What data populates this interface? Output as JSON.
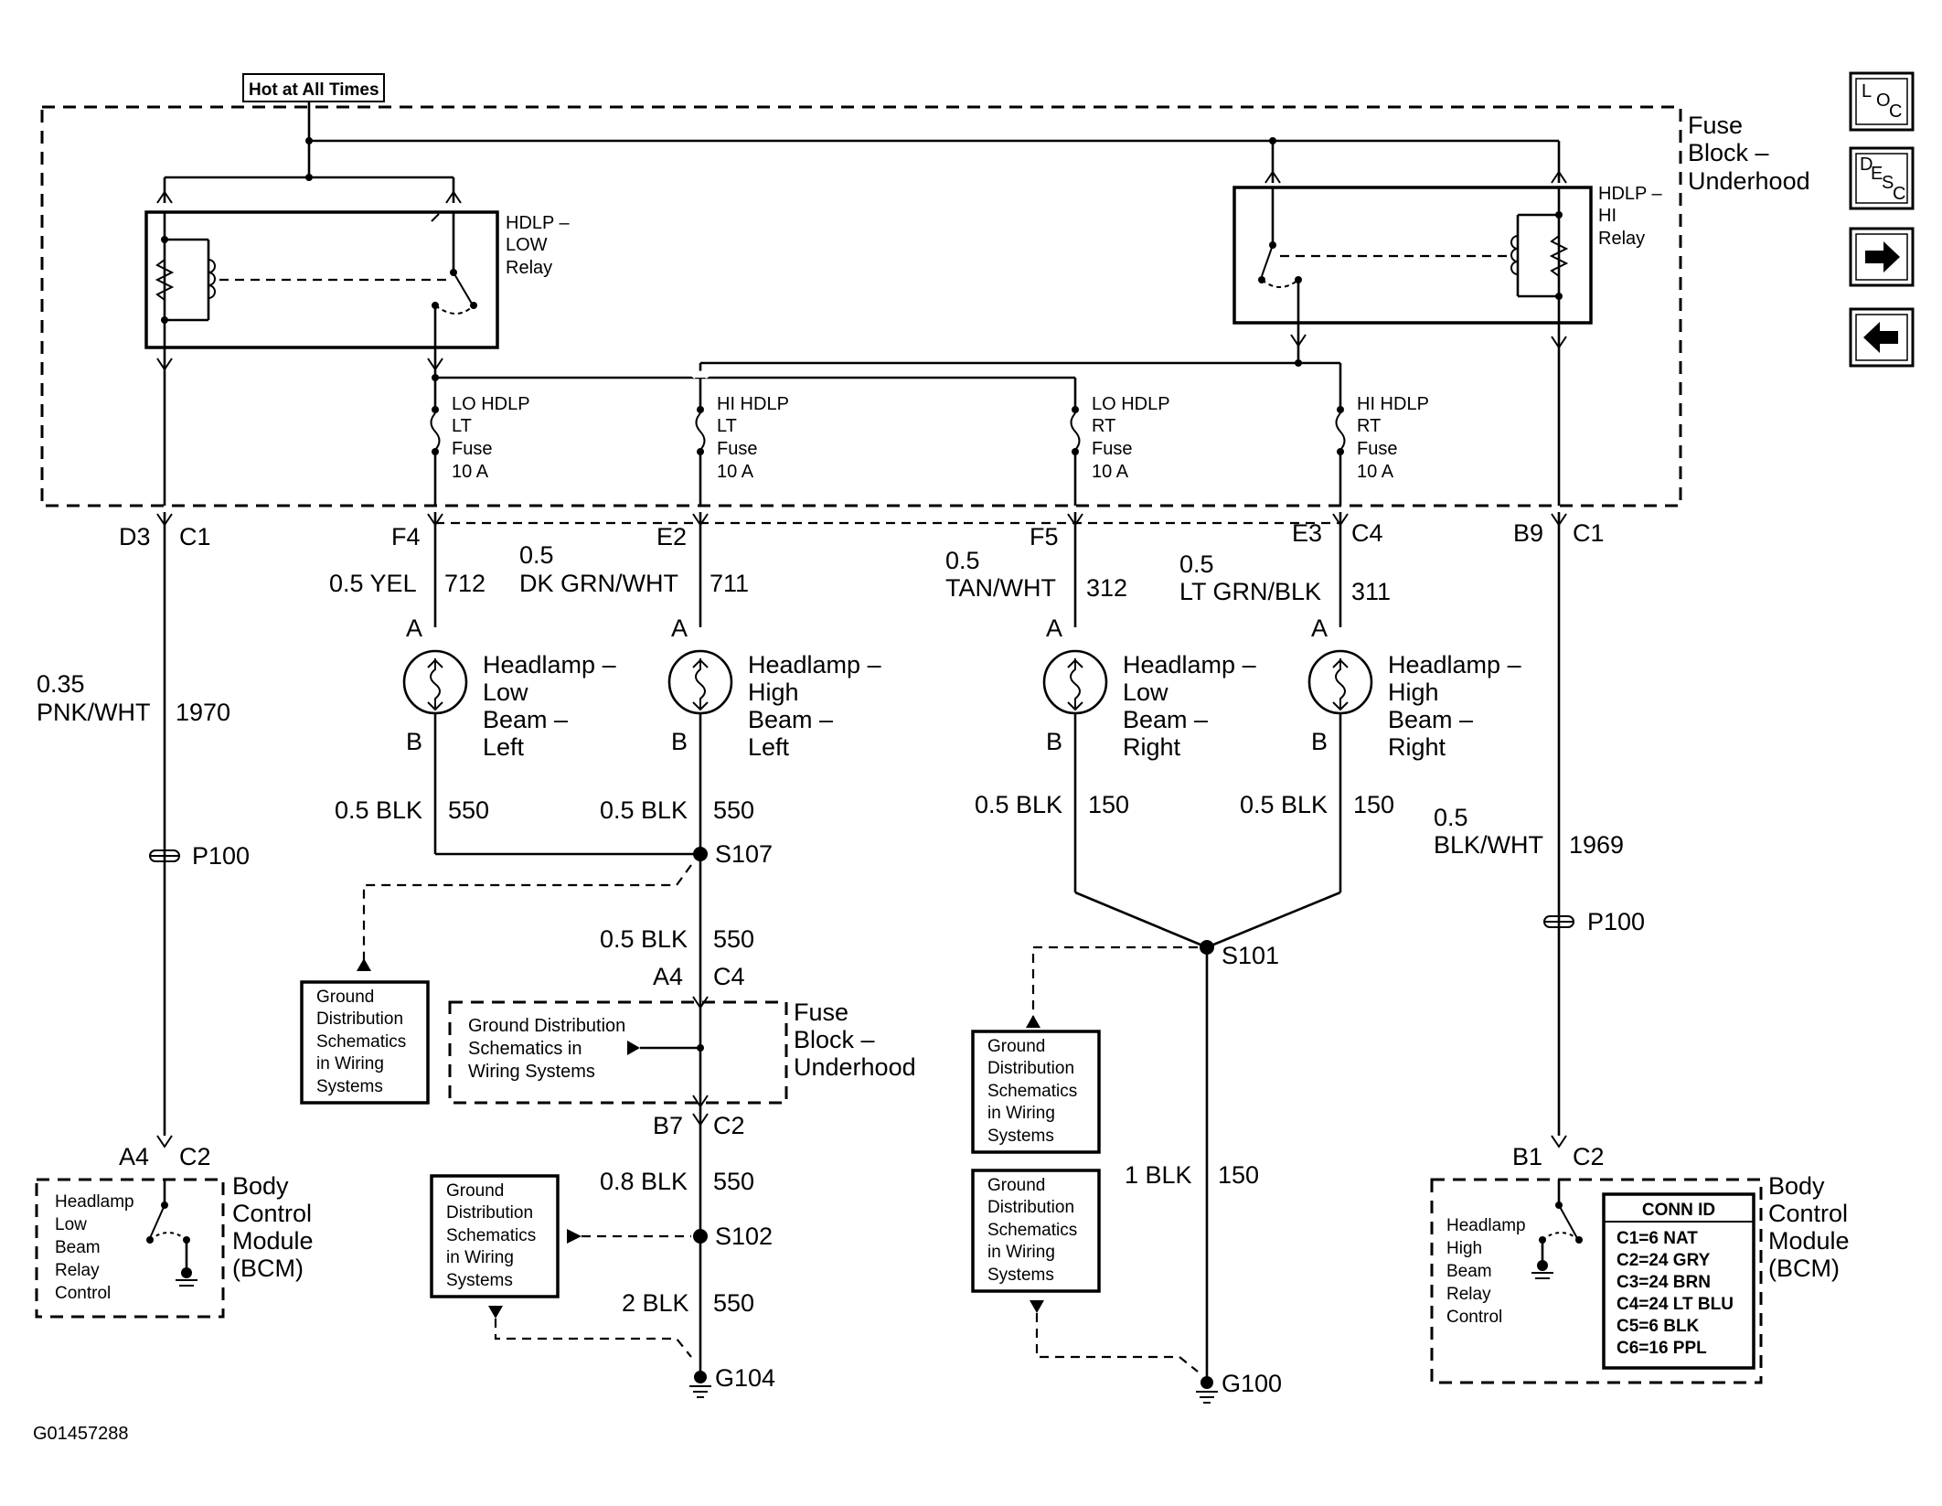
{
  "hot_label": "Hot at All Times",
  "fuse_block_top": [
    "Fuse",
    "Block –",
    "Underhood"
  ],
  "fuse_block_mid": [
    "Fuse",
    "Block –",
    "Underhood"
  ],
  "relay_low": [
    "HDLP –",
    "LOW",
    "Relay"
  ],
  "relay_hi": [
    "HDLP –",
    "HI",
    "Relay"
  ],
  "fuses": [
    [
      "LO HDLP",
      "LT",
      "Fuse",
      "10 A"
    ],
    [
      "HI HDLP",
      "LT",
      "Fuse",
      "10 A"
    ],
    [
      "LO HDLP",
      "RT",
      "Fuse",
      "10 A"
    ],
    [
      "HI HDLP",
      "RT",
      "Fuse",
      "10 A"
    ]
  ],
  "pins_top": {
    "p1": "D3",
    "c1": "C1",
    "p2": "F4",
    "p3": "E2",
    "p4": "F5",
    "p5": "E3",
    "c5": "C4",
    "p6": "B9",
    "c6": "C1"
  },
  "wires": {
    "w1_gauge": "0.35",
    "w1_color": "PNK/WHT",
    "w1_circuit": "1970",
    "w2": "0.5 YEL",
    "w2_circuit": "712",
    "w3_gauge": "0.5",
    "w3_color": "DK GRN/WHT",
    "w3_circuit": "711",
    "w4_gauge": "0.5",
    "w4_color": "TAN/WHT",
    "w4_circuit": "312",
    "w5_gauge": "0.5",
    "w5_color": "LT GRN/BLK",
    "w5_circuit": "311",
    "w6_gauge": "0.5",
    "w6_color": "BLK/WHT",
    "w6_circuit": "1969",
    "g1": "0.5 BLK",
    "g1c": "550",
    "g2": "0.5 BLK",
    "g2c": "550",
    "g3": "0.5 BLK",
    "g3c": "150",
    "g4": "0.5 BLK",
    "g4c": "150",
    "g5": "0.5 BLK",
    "g5c": "550",
    "g6": "0.8 BLK",
    "g6c": "550",
    "g7": "2 BLK",
    "g7c": "550",
    "g8": "1 BLK",
    "g8c": "150"
  },
  "lamps": [
    [
      "Headlamp –",
      "Low",
      "Beam –",
      "Left"
    ],
    [
      "Headlamp –",
      "High",
      "Beam –",
      "Left"
    ],
    [
      "Headlamp –",
      "Low",
      "Beam –",
      "Right"
    ],
    [
      "Headlamp –",
      "High",
      "Beam –",
      "Right"
    ]
  ],
  "pin_a": "A",
  "pin_b": "B",
  "splices": {
    "s107": "S107",
    "s101": "S101",
    "s102": "S102"
  },
  "mid_pins": {
    "a4": "A4",
    "c4": "C4",
    "b7": "B7",
    "c2": "C2"
  },
  "grounds": {
    "g104": "G104",
    "g100": "G100"
  },
  "p100": "P100",
  "ground_dist": [
    "Ground",
    "Distribution",
    "Schematics",
    "in Wiring",
    "Systems"
  ],
  "ground_dist_inline": [
    "Ground Distribution",
    "Schematics in",
    "Wiring Systems"
  ],
  "bcm_left": {
    "pin": "A4",
    "conn": "C2",
    "control": [
      "Headlamp",
      "Low",
      "Beam",
      "Relay",
      "Control"
    ],
    "name": [
      "Body",
      "Control",
      "Module",
      "(BCM)"
    ]
  },
  "bcm_right": {
    "pin": "B1",
    "conn": "C2",
    "control": [
      "Headlamp",
      "High",
      "Beam",
      "Relay",
      "Control"
    ],
    "name": [
      "Body",
      "Control",
      "Module",
      "(BCM)"
    ]
  },
  "conn_id": {
    "title": "CONN ID",
    "rows": [
      "C1=6 NAT",
      "C2=24 GRY",
      "C3=24 BRN",
      "C4=24 LT BLU",
      "C5=6 BLK",
      "C6=16 PPL"
    ]
  },
  "nav": {
    "loc": [
      "L",
      "O",
      "C"
    ],
    "desc": [
      "D",
      "E",
      "S",
      "C"
    ]
  },
  "figure_id": "G01457288"
}
